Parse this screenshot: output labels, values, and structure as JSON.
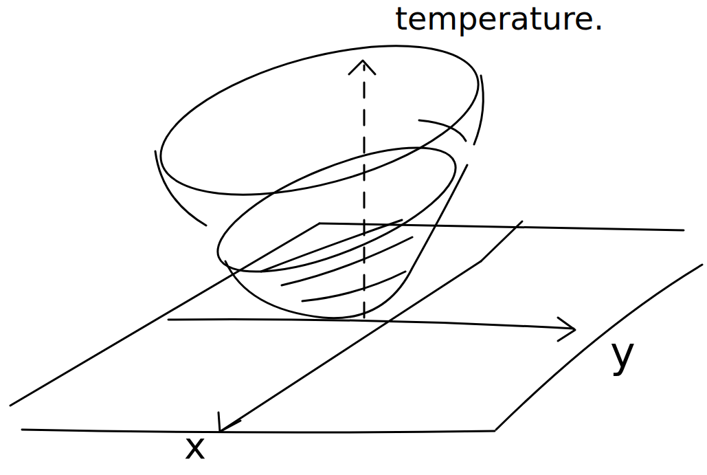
{
  "diagram": {
    "labels": [
      "temperature.",
      "y",
      "x"
    ]
  }
}
